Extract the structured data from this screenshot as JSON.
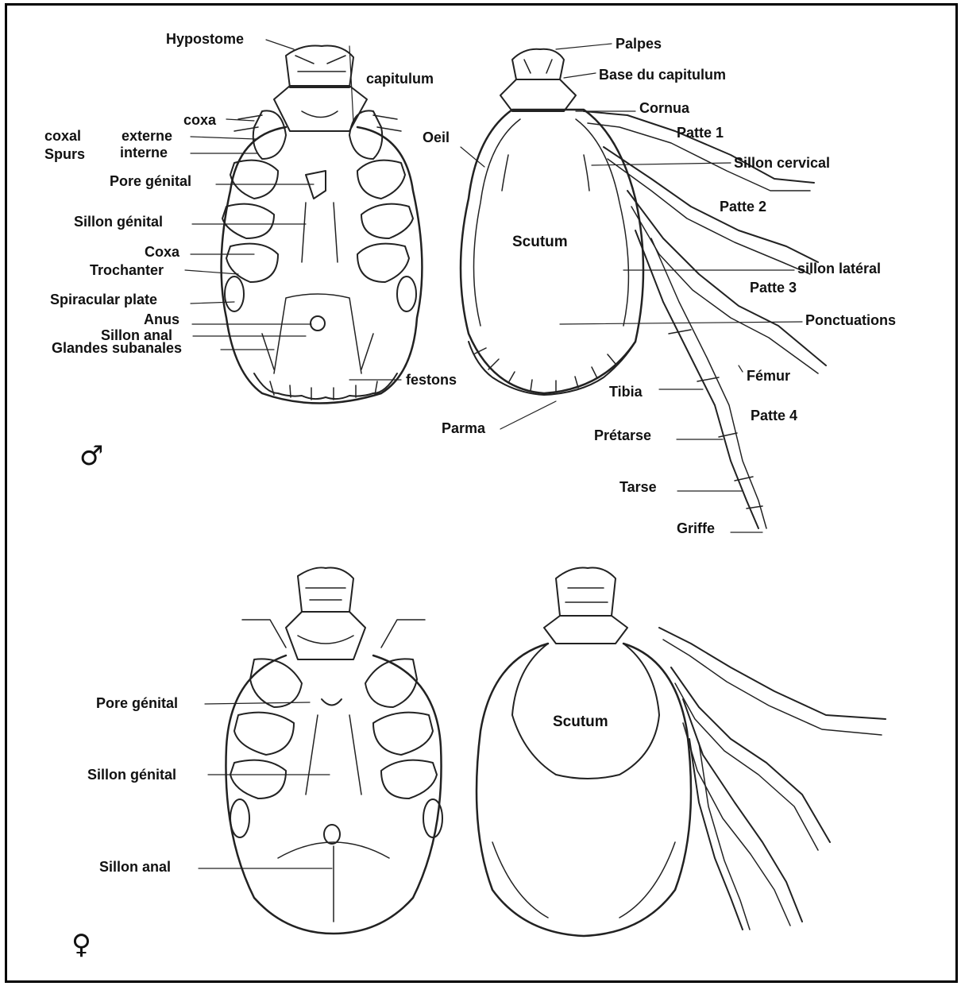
{
  "male": {
    "symbol": "♂",
    "ventral_labels": {
      "hypostome": "Hypostome",
      "capitulum": "capitulum",
      "coxa_top": "coxa",
      "coxal": "coxal",
      "externe": "externe",
      "spurs": "Spurs",
      "interne": "interne",
      "pore_genital": "Pore génital",
      "sillon_genital": "Sillon génital",
      "coxa": "Coxa",
      "trochanter": "Trochanter",
      "spiracular_plate": "Spiracular plate",
      "anus": "Anus",
      "sillon_anal": "Sillon anal",
      "glandes_subanales": "Glandes subanales",
      "festons": "festons"
    },
    "dorsal_labels": {
      "palpes": "Palpes",
      "base_capitulum": "Base du capitulum",
      "cornua": "Cornua",
      "oeil": "Oeil",
      "patte1": "Patte 1",
      "sillon_cervical": "Sillon cervical",
      "patte2": "Patte 2",
      "scutum": "Scutum",
      "sillon_lateral": "sillon latéral",
      "patte3": "Patte 3",
      "ponctuations": "Ponctuations",
      "femur": "Fémur",
      "tibia": "Tibia",
      "parma": "Parma",
      "patte4": "Patte 4",
      "pretarse": "Prétarse",
      "tarse": "Tarse",
      "griffe": "Griffe"
    }
  },
  "female": {
    "symbol": "♀",
    "ventral_labels": {
      "pore_genital": "Pore génital",
      "sillon_genital": "Sillon génital",
      "sillon_anal": "Sillon anal"
    },
    "dorsal_labels": {
      "scutum": "Scutum"
    }
  }
}
